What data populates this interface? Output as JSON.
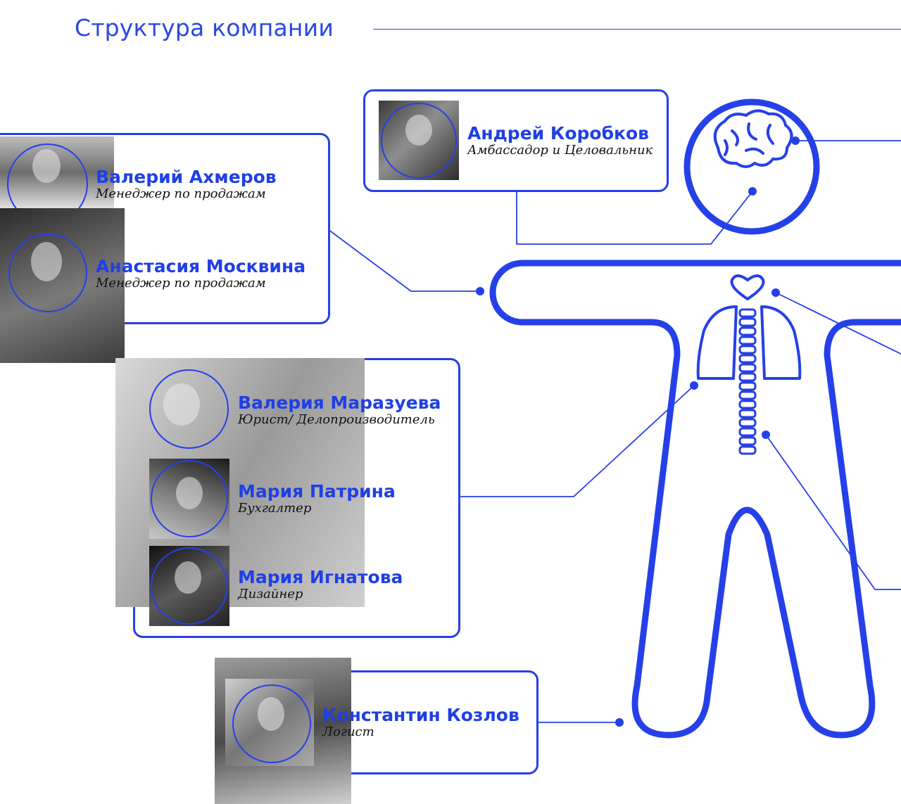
{
  "header": {
    "title": "Структура компании"
  },
  "colors": {
    "accent": "#2640e8",
    "title": "#2b47e4",
    "text": "#111111"
  },
  "icons": [
    "brain-icon",
    "heart-icon",
    "lungs-icon",
    "spine-icon",
    "human-body-icon"
  ],
  "people": [
    {
      "name": "Андрей Коробков",
      "role": "Амбассадор и Целовальник"
    },
    {
      "name": "Валерий Ахмеров",
      "role": "Менеджер по продажам"
    },
    {
      "name": "Анастасия Москвина",
      "role": "Менеджер по продажам"
    },
    {
      "name": "Валерия Маразуева",
      "role": "Юрист/ Делопроизводитель"
    },
    {
      "name": "Мария Патрина",
      "role": "Бухгалтер"
    },
    {
      "name": "Мария Игнатова",
      "role": "Дизайнер"
    },
    {
      "name": "Константин Козлов",
      "role": "Логист"
    }
  ]
}
